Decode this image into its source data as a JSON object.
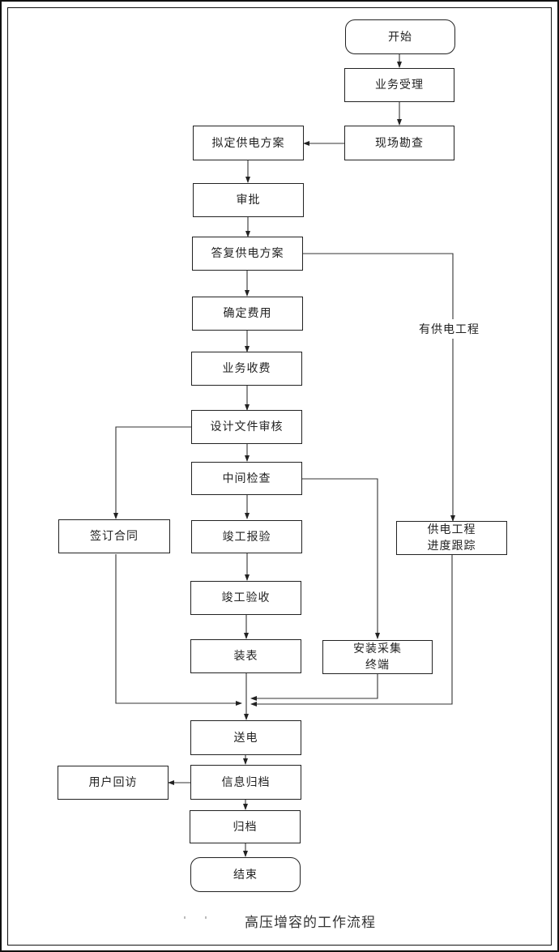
{
  "diagram": {
    "caption": "高压增容的工作流程",
    "nodes": {
      "start": "开始",
      "acceptance": "业务受理",
      "site_survey": "现场勘查",
      "draft_plan": "拟定供电方案",
      "approval": "审批",
      "reply_plan": "答复供电方案",
      "confirm_fee": "确定费用",
      "collect_fee": "业务收费",
      "design_review": "设计文件审核",
      "mid_inspection": "中间检查",
      "sign_contract": "签订合同",
      "completion_report": "竣工报验",
      "completion_acceptance": "竣工验收",
      "install_meter": "装表",
      "install_terminal": "安装采集\n终端",
      "project_tracking": "供电工程\n进度跟踪",
      "power_on": "送电",
      "info_archive": "信息归档",
      "archive": "归档",
      "user_revisit": "用户回访",
      "end": "结束"
    },
    "edge_labels": {
      "has_project": "有供电工程"
    },
    "edges": [
      [
        "start",
        "acceptance"
      ],
      [
        "acceptance",
        "site_survey"
      ],
      [
        "site_survey",
        "draft_plan"
      ],
      [
        "draft_plan",
        "approval"
      ],
      [
        "approval",
        "reply_plan"
      ],
      [
        "reply_plan",
        "confirm_fee"
      ],
      [
        "reply_plan",
        "project_tracking",
        "有供电工程"
      ],
      [
        "confirm_fee",
        "collect_fee"
      ],
      [
        "collect_fee",
        "design_review"
      ],
      [
        "design_review",
        "mid_inspection"
      ],
      [
        "design_review",
        "sign_contract"
      ],
      [
        "mid_inspection",
        "completion_report"
      ],
      [
        "mid_inspection",
        "install_terminal"
      ],
      [
        "completion_report",
        "completion_acceptance"
      ],
      [
        "completion_acceptance",
        "install_meter"
      ],
      [
        "install_meter",
        "power_on"
      ],
      [
        "sign_contract",
        "power_on"
      ],
      [
        "install_terminal",
        "power_on"
      ],
      [
        "project_tracking",
        "power_on"
      ],
      [
        "power_on",
        "info_archive"
      ],
      [
        "info_archive",
        "user_revisit"
      ],
      [
        "info_archive",
        "archive"
      ],
      [
        "archive",
        "end"
      ]
    ]
  }
}
